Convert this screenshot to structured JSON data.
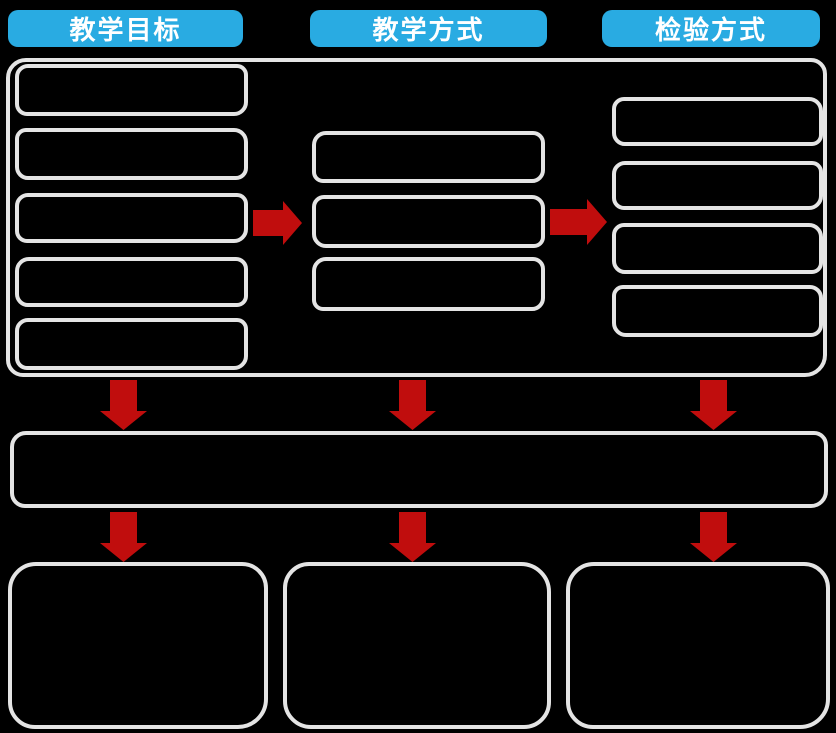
{
  "headers": [
    {
      "label": "教学目标"
    },
    {
      "label": "教学方式"
    },
    {
      "label": "检验方式"
    }
  ],
  "colors": {
    "background": "#000000",
    "header-bg": "#29abe2",
    "header-text": "#ffffff",
    "box-stroke": "#e4e4e4",
    "arrow-red": "#c00d0d"
  },
  "structure": {
    "objective_box_count": 5,
    "method_box_count": 3,
    "test_box_count": 4,
    "bottom_panel_count": 3,
    "all_boxes_empty": true
  },
  "icons": {
    "right_arrow": "block-arrow-right",
    "down_arrow": "block-arrow-down"
  }
}
